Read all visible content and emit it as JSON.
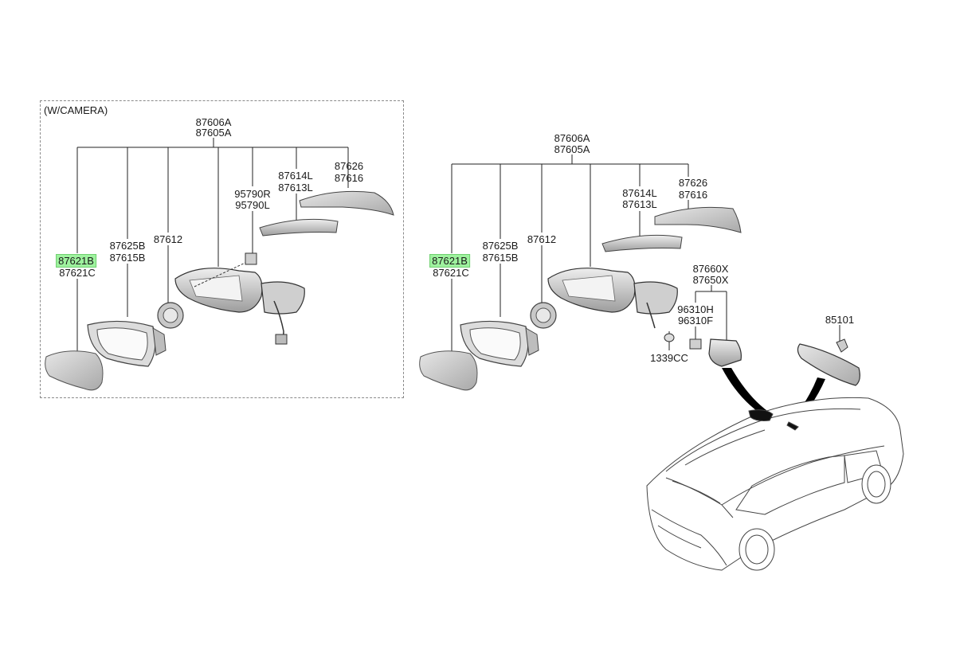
{
  "diagram": {
    "group_label": "(W/CAMERA)",
    "left_assembly": {
      "assy": [
        "87606A",
        "87605A"
      ],
      "mirror": [
        "87621B",
        "87621C"
      ],
      "housing": [
        "87625B",
        "87615B"
      ],
      "actuator": "87612",
      "camera": [
        "95790R",
        "95790L"
      ],
      "lamp": [
        "87614L",
        "87613L"
      ],
      "cover": [
        "87626",
        "87616"
      ]
    },
    "right_assembly": {
      "assy": [
        "87606A",
        "87605A"
      ],
      "mirror": [
        "87621B",
        "87621C"
      ],
      "housing": [
        "87625B",
        "87615B"
      ],
      "actuator": "87612",
      "lamp": [
        "87614L",
        "87613L"
      ],
      "cover": [
        "87626",
        "87616"
      ],
      "grommet": "1339CC"
    },
    "sensor_unit": {
      "cover": [
        "87660X",
        "87650X"
      ],
      "sensor": [
        "96310H",
        "96310F"
      ]
    },
    "inside_mirror": "85101",
    "highlight_color": "#9ef29e",
    "line_color": "#222222",
    "part_fill": "#d4d4d4"
  }
}
